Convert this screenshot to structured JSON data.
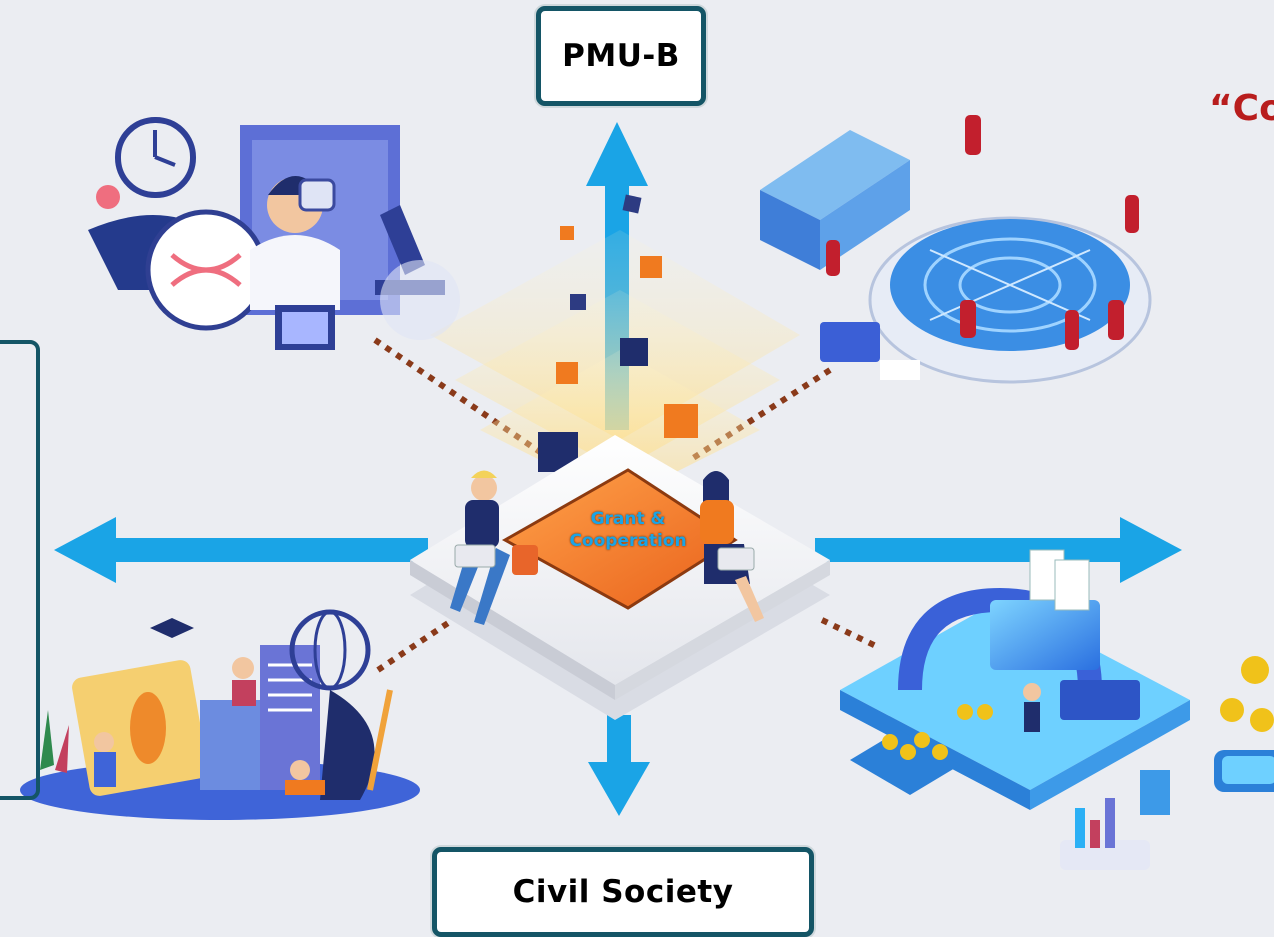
{
  "nodes": {
    "top": "PMU-B",
    "bottom": "Civil Society",
    "center": "Grant & Cooperation"
  },
  "quote_fragment": "“Co",
  "colors": {
    "arrow": "#1aa4e6",
    "box_border": "#145566",
    "quote": "#b81d1d",
    "connector": "#8a3a1a",
    "diamond": "#f07a1f"
  },
  "illustrations": {
    "top_left": "research-lab-illustration",
    "top_right": "data-analysis-illustration",
    "bottom_left": "education-illustration",
    "bottom_right": "funding-finance-illustration"
  }
}
